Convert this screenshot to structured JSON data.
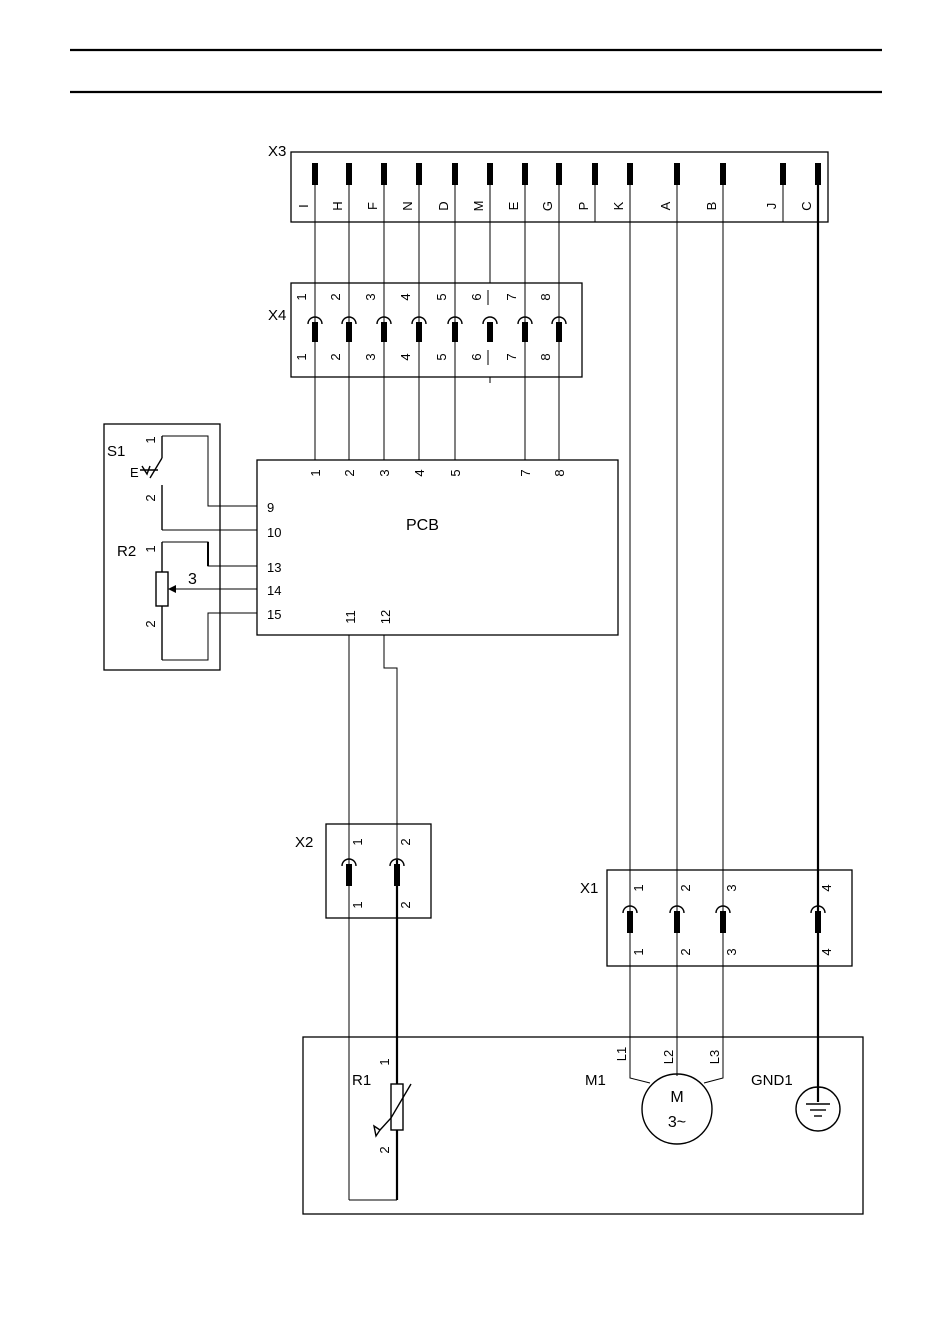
{
  "labels": {
    "x3": "X3",
    "x4": "X4",
    "s1": "S1",
    "r2": "R2",
    "r2_wiper": "3",
    "pcb": "PCB",
    "x2": "X2",
    "x1": "X1",
    "r1": "R1",
    "m1": "M1",
    "gnd1": "GND1",
    "motor_m": "M",
    "motor_phase": "3~",
    "switch_e": "E"
  },
  "x3_pins": [
    "I",
    "H",
    "F",
    "N",
    "D",
    "M",
    "E",
    "G",
    "P",
    "K",
    "A",
    "B",
    "J",
    "C"
  ],
  "x4_pins": [
    "1",
    "2",
    "3",
    "4",
    "5",
    "6",
    "7",
    "8"
  ],
  "pcb_top_pins": [
    "1",
    "2",
    "3",
    "4",
    "5",
    "7",
    "8"
  ],
  "pcb_left_pins": [
    "9",
    "10",
    "13",
    "14",
    "15"
  ],
  "pcb_bottom_pins": [
    "11",
    "12"
  ],
  "s1_pins": [
    "1",
    "2"
  ],
  "r2_pins": [
    "1",
    "2"
  ],
  "x2_pins": [
    "1",
    "2"
  ],
  "x1_pins": [
    "1",
    "2",
    "3",
    "4"
  ],
  "r1_pins": [
    "1",
    "2"
  ],
  "motor_leads": [
    "L1",
    "L2",
    "L3"
  ]
}
